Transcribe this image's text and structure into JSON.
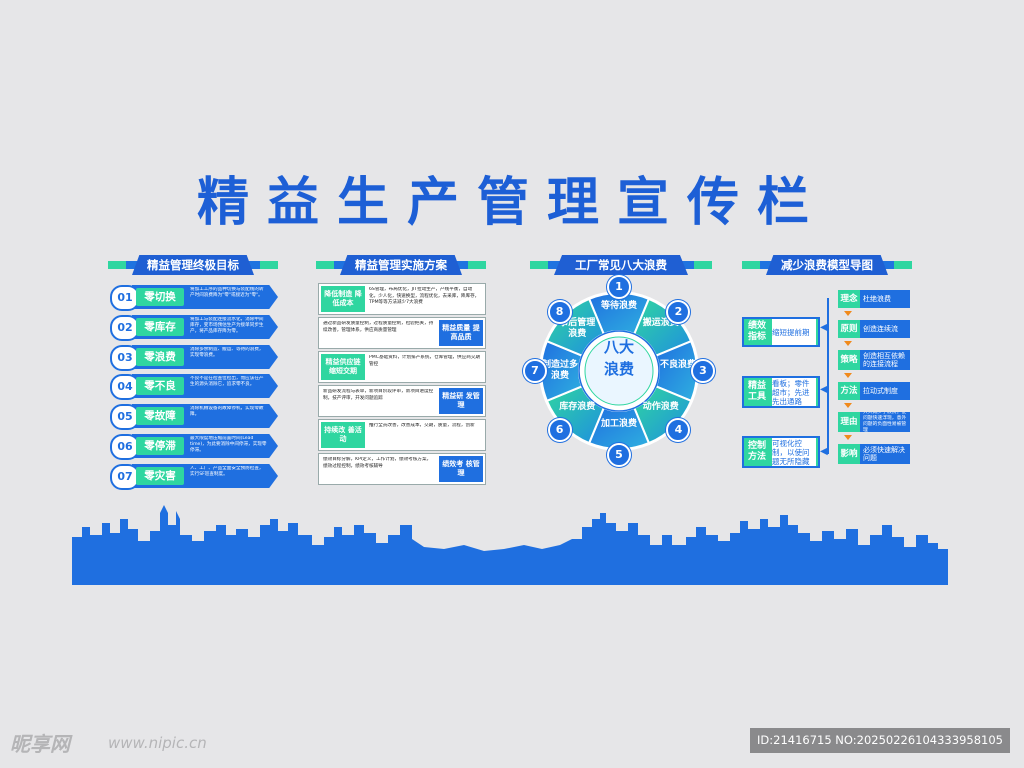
{
  "title": "精益生产管理宣传栏",
  "sections": {
    "goals": {
      "heading": "精益管理终极目标",
      "items": [
        {
          "num": "01",
          "label": "零切换",
          "desc": "将加工工序的品种切换与装配线的转产时间浪费降为\"零\"或接近为\"零\"。"
        },
        {
          "num": "02",
          "label": "零库存",
          "desc": "将加工与装配连接流水化，消除中间库存，变市场预估生产为接单同步生产，将产品库存降为零。"
        },
        {
          "num": "03",
          "label": "零浪费",
          "desc": "消除多余制造、搬运、等待的浪费，实现零浪费。"
        },
        {
          "num": "04",
          "label": "零不良",
          "desc": "不良不是在检查位检出，而应该在产生的源头消除它，追求零不良。"
        },
        {
          "num": "05",
          "label": "零故障",
          "desc": "消除机械设备的故障停机，实现零故障。"
        },
        {
          "num": "06",
          "label": "零停滞",
          "desc": "最大限度地压缩前置时间(Lead time)，为此要消除中间停滞，实现零停滞。"
        },
        {
          "num": "07",
          "label": "零灾害",
          "desc": "人、工厂、产品全面安全预防检查，实行SF巡查制度。"
        }
      ]
    },
    "plan": {
      "heading": "精益管理实施方案",
      "rows": [
        {
          "tag": "降低制造 降低成本",
          "text": "6S管理，布局优化，JIT拉动生产，产线平衡，自动化，少人化，快速换型，流程优化，去采库，降库存，TPM等等方法减少7大浪费"
        },
        {
          "tag": "精益质量 提高品质",
          "text": "通过新品研发质量控制，过程质量控制，检验把关，持续改善，管理体系，供应商质量管理"
        },
        {
          "tag": "精益供应链 缩短交期",
          "text": "PMC基础资料，计划排产系统，仓库管理，供应商交期管控"
        },
        {
          "tag": "精益研 发管理",
          "text": "新品研发流程与表单，新项目阶段评审，新项目进度控制，技产评审，开发问题追踪"
        },
        {
          "tag": "持续改 善活动",
          "text": "推行全员改善，改善成本，交期，质量，流程，创新"
        },
        {
          "tag": "绩效考 核管理",
          "text": "绩效目标分解，KPI定义，工作计划，绩效考核方案，绩效过程控制，绩效考核辅导"
        }
      ]
    },
    "wastes": {
      "heading": "工厂常见八大浪费",
      "center": "八大浪费",
      "items": [
        {
          "num": "1",
          "label": "等待浪费"
        },
        {
          "num": "2",
          "label": "搬运浪费"
        },
        {
          "num": "3",
          "label": "不良浪费"
        },
        {
          "num": "4",
          "label": "动作浪费"
        },
        {
          "num": "5",
          "label": "加工浪费"
        },
        {
          "num": "6",
          "label": "库存浪费"
        },
        {
          "num": "7",
          "label": "制造过多浪费"
        },
        {
          "num": "8",
          "label": "事后管理浪费"
        }
      ]
    },
    "model": {
      "heading": "减少浪费模型导图",
      "categories": [
        {
          "label": "绩效指标",
          "desc": "缩短提前期"
        },
        {
          "label": "精益工具",
          "desc": "看板；零件超市；先进先出通路"
        },
        {
          "label": "控制方法",
          "desc": "可视化控制，以使问题无所隐藏"
        }
      ],
      "steps": [
        {
          "label": "理念",
          "desc": "杜绝浪费"
        },
        {
          "label": "原则",
          "desc": "创造连续流"
        },
        {
          "label": "策略",
          "desc": "创造相互依赖的连接流程"
        },
        {
          "label": "方法",
          "desc": "拉动式制度"
        },
        {
          "label": "理由",
          "desc": "大大减少了浪费；使问题快速浮现，意外问题的负面性易被管理"
        },
        {
          "label": "影响",
          "desc": "必须快速解决问题"
        }
      ]
    }
  },
  "watermark": {
    "logo": "昵享网",
    "url": "www.nipic.cn",
    "id": "ID:21416715 NO:20250226104333958105"
  },
  "colors": {
    "background": "#e6e6e8",
    "blue": "#1f6fe0",
    "green": "#2fd6a0",
    "title": "#1d5fd6"
  }
}
